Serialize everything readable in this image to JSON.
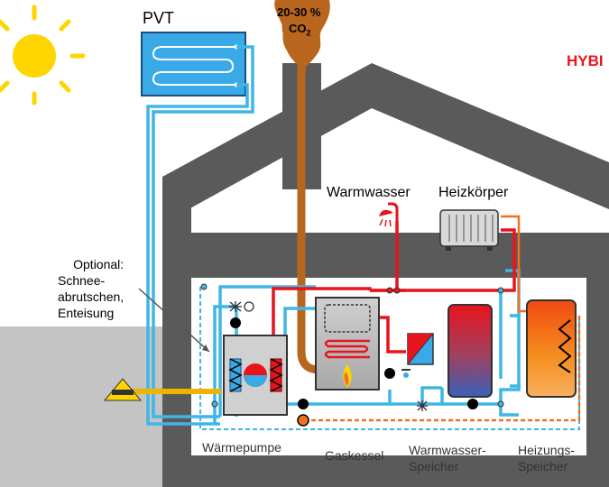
{
  "labels": {
    "pvt": "PVT",
    "emission_line1": "20-30 %",
    "emission_line2_prefix": "CO",
    "emission_line2_sub": "2",
    "brand": "HYBI",
    "warmwasser": "Warmwasser",
    "heizkoerper": "Heizkörper",
    "optional_line1": "Optional:",
    "optional_line2": "Schnee-",
    "optional_line3": "abrutschen,",
    "optional_line4": "Enteisung",
    "waermepumpe": "Wärmepumpe",
    "gaskessel": "Gaskessel",
    "ww_speicher_line1": "Warmwasser-",
    "ww_speicher_line2": "Speicher",
    "hz_speicher_line1": "Heizungs-",
    "hz_speicher_line2": "Speicher"
  },
  "colors": {
    "house": "#5a5a5a",
    "ground": "#c4c4c4",
    "pipe_cold": "#3fb6e6",
    "pipe_hot": "#e8141c",
    "pipe_return": "#f07020",
    "flue": "#b8651e",
    "sun": "#ffd500",
    "brand": "#e8141c",
    "pvt_panel": "#3aa9e8"
  },
  "icons": {
    "sun": "sun-icon",
    "shower": "shower-icon",
    "radiator": "radiator-icon",
    "flame": "flame-icon",
    "pump": "pump-icon",
    "valve": "valve-icon",
    "ground_probe": "ground-probe-icon"
  }
}
